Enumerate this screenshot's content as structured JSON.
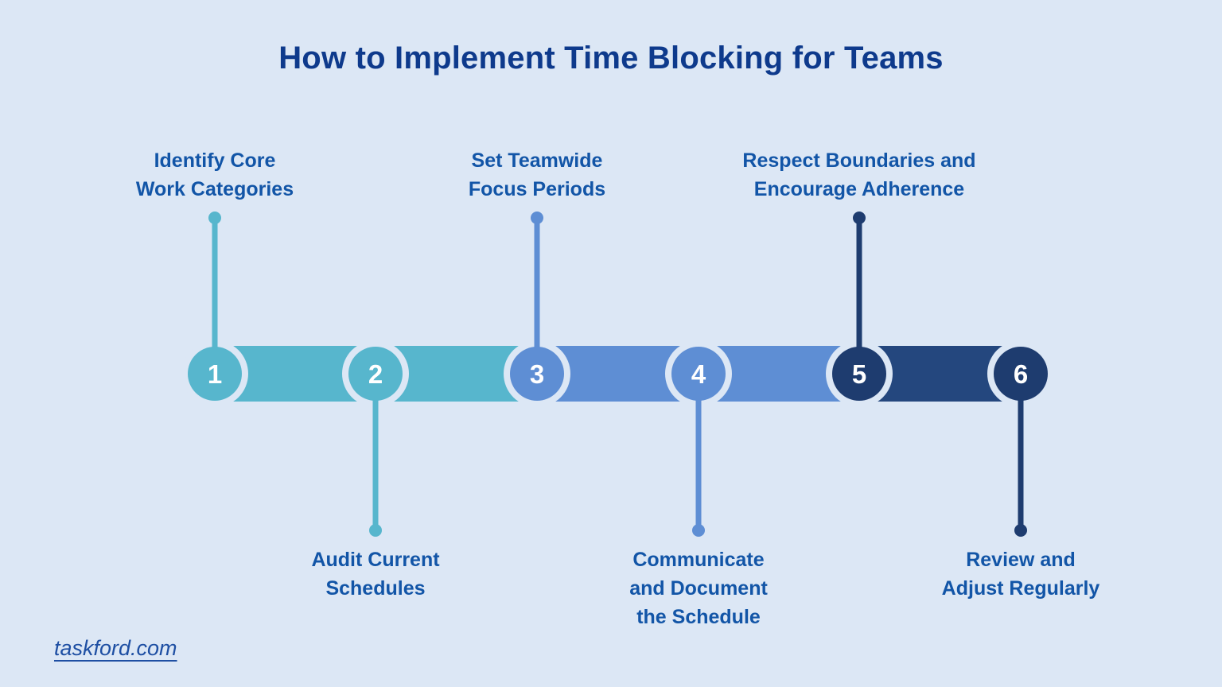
{
  "title": "How to Implement Time Blocking for Teams",
  "colors": {
    "background": "#dce7f5",
    "halo": "#dce7f5",
    "title": "#0e3a8c",
    "label": "#1255a7",
    "number": "#ffffff",
    "link": "#1e4fa3",
    "teal": "#57b6cd",
    "blue": "#5e8ed4",
    "navy": "#1e3c6f",
    "navy_segment": "#24477e"
  },
  "steps": [
    {
      "number": "1",
      "label": "Identify Core\nWork Categories",
      "position": "above",
      "color": "#57b6cd"
    },
    {
      "number": "2",
      "label": "Audit Current\nSchedules",
      "position": "below",
      "color": "#57b6cd"
    },
    {
      "number": "3",
      "label": "Set Teamwide\nFocus Periods",
      "position": "above",
      "color": "#5e8ed4"
    },
    {
      "number": "4",
      "label": "Communicate\nand Document\nthe Schedule",
      "position": "below",
      "color": "#5e8ed4"
    },
    {
      "number": "5",
      "label": "Respect Boundaries and\nEncourage Adherence",
      "position": "above",
      "color": "#1e3c6f"
    },
    {
      "number": "6",
      "label": "Review and\nAdjust Regularly",
      "position": "below",
      "color": "#1e3c6f"
    }
  ],
  "segments": [
    "#57b6cd",
    "#57b6cd",
    "#5e8ed4",
    "#5e8ed4",
    "#24477e"
  ],
  "footer": {
    "link": "taskford.com"
  }
}
